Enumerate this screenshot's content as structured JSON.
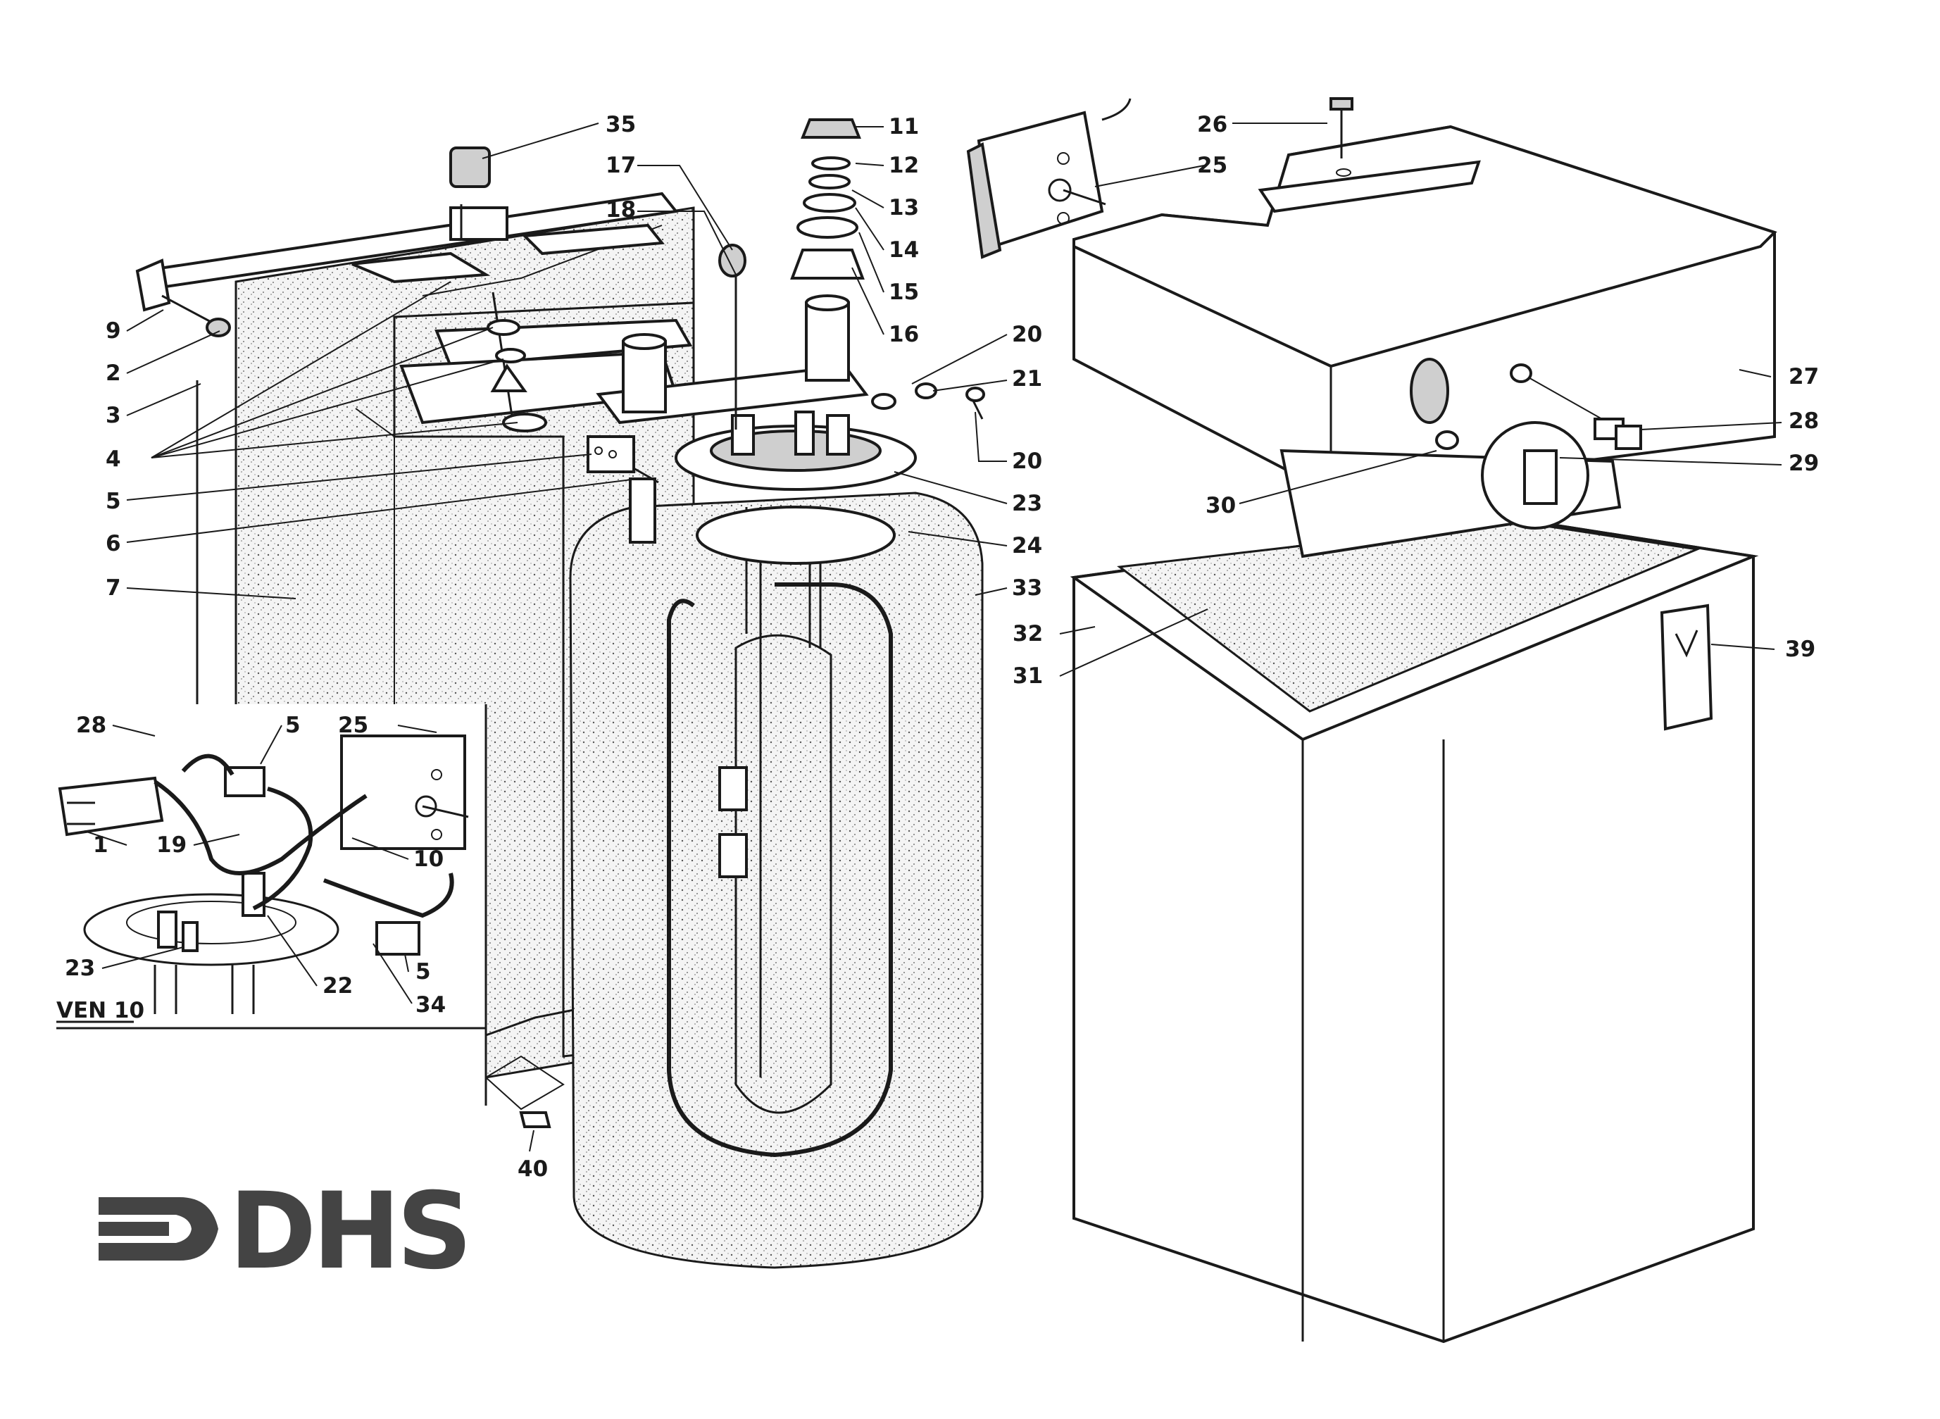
{
  "diagram": {
    "inset_caption": "VEN 10",
    "brand_text": "DHS",
    "callouts": [
      {
        "id": "c35",
        "text": "35"
      },
      {
        "id": "c11",
        "text": "11"
      },
      {
        "id": "c12",
        "text": "12"
      },
      {
        "id": "c13",
        "text": "13"
      },
      {
        "id": "c14",
        "text": "14"
      },
      {
        "id": "c15",
        "text": "15"
      },
      {
        "id": "c16",
        "text": "16"
      },
      {
        "id": "c17",
        "text": "17"
      },
      {
        "id": "c18",
        "text": "18"
      },
      {
        "id": "c20a",
        "text": "20"
      },
      {
        "id": "c21",
        "text": "21"
      },
      {
        "id": "c20b",
        "text": "20"
      },
      {
        "id": "c23a",
        "text": "23"
      },
      {
        "id": "c24",
        "text": "24"
      },
      {
        "id": "c33",
        "text": "33"
      },
      {
        "id": "c9",
        "text": "9"
      },
      {
        "id": "c2",
        "text": "2"
      },
      {
        "id": "c3",
        "text": "3"
      },
      {
        "id": "c4",
        "text": "4"
      },
      {
        "id": "c5a",
        "text": "5"
      },
      {
        "id": "c6",
        "text": "6"
      },
      {
        "id": "c7",
        "text": "7"
      },
      {
        "id": "c26",
        "text": "26"
      },
      {
        "id": "c25a",
        "text": "25"
      },
      {
        "id": "c27",
        "text": "27"
      },
      {
        "id": "c28a",
        "text": "28"
      },
      {
        "id": "c29",
        "text": "29"
      },
      {
        "id": "c30",
        "text": "30"
      },
      {
        "id": "c32",
        "text": "32"
      },
      {
        "id": "c31",
        "text": "31"
      },
      {
        "id": "c39",
        "text": "39"
      },
      {
        "id": "c28b",
        "text": "28"
      },
      {
        "id": "c5b",
        "text": "5"
      },
      {
        "id": "c25b",
        "text": "25"
      },
      {
        "id": "c1",
        "text": "1"
      },
      {
        "id": "c19",
        "text": "19"
      },
      {
        "id": "c10",
        "text": "10"
      },
      {
        "id": "c23b",
        "text": "23"
      },
      {
        "id": "c22",
        "text": "22"
      },
      {
        "id": "c5c",
        "text": "5"
      },
      {
        "id": "c34",
        "text": "34"
      },
      {
        "id": "c40",
        "text": "40"
      }
    ]
  },
  "colors": {
    "ink": "#1a1a1a",
    "logo": "#444444",
    "panel": "#f2f2f2"
  }
}
